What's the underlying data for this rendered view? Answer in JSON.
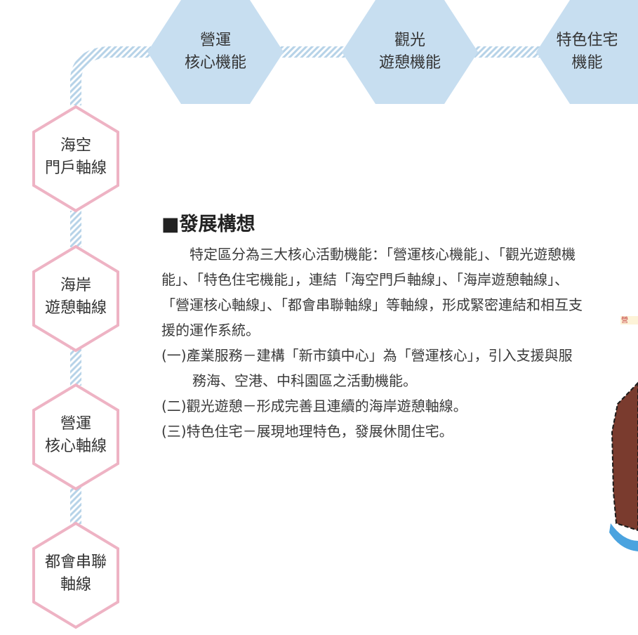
{
  "colors": {
    "blue_hex": "#c7def0",
    "pink_hex_stroke": "#eeb3c4",
    "stripe": "#b7d3e8",
    "map_brown": "#7a3b2e",
    "map_blue": "#4aa3df"
  },
  "functions": [
    {
      "line1": "營運",
      "line2": "核心機能"
    },
    {
      "line1": "觀光",
      "line2": "遊憩機能"
    },
    {
      "line1": "特色住宅",
      "line2": "機能"
    }
  ],
  "axes": [
    {
      "line1": "海空",
      "line2": "門戶軸線"
    },
    {
      "line1": "海岸",
      "line2": "遊憩軸線"
    },
    {
      "line1": "營運",
      "line2": "核心軸線"
    },
    {
      "line1": "都會串聯",
      "line2": "軸線"
    }
  ],
  "article": {
    "heading": "■發展構想",
    "paragraph": "特定區分為三大核心活動機能：「營運核心機能」、「觀光遊憩機能」、「特色住宅機能」，連結「海空門戶軸線」、「海岸遊憩軸線」、「營運核心軸線」、「都會串聯軸線」等軸線，形成緊密連結和相互支援的運作系統。",
    "items": [
      "(一)產業服務－建構「新市鎮中心」為「營運核心」，引入支援與服務海、空港、中科園區之活動機能。",
      "(二)觀光遊憩－形成完善且連續的海岸遊憩軸線。",
      "(三)特色住宅－展現地理特色，發展休閒住宅。"
    ]
  },
  "map_snippet": {
    "label": "營"
  }
}
